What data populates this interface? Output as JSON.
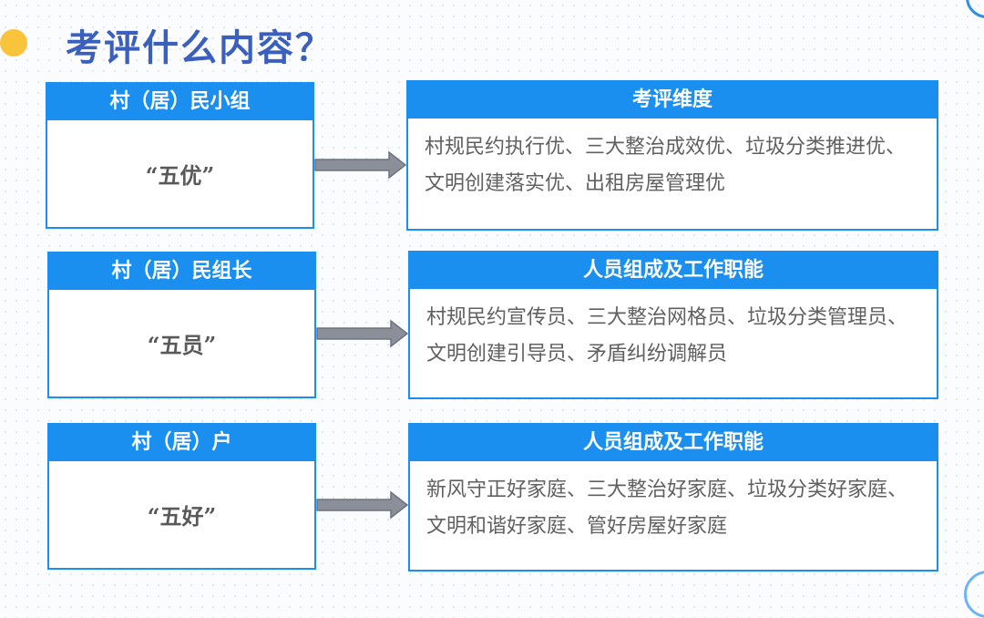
{
  "title": "考评什么内容？",
  "rows": [
    {
      "left_header": "村（居）民小组",
      "left_value": "“五优”",
      "right_header": "考评维度",
      "right_text": "村规民约执行优、三大整治成效优、垃圾分类推进优、文明创建落实优、出租房屋管理优"
    },
    {
      "left_header": "村（居）民组长",
      "left_value": "“五员”",
      "right_header": "人员组成及工作职能",
      "right_text": "村规民约宣传员、三大整治网格员、垃圾分类管理员、文明创建引导员、矛盾纠纷调解员"
    },
    {
      "left_header": "村（居）户",
      "left_value": "“五好”",
      "right_header": "人员组成及工作职能",
      "right_text": "新风守正好家庭、三大整治好家庭、垃圾分类好家庭、文明和谐好家庭、管好房屋好家庭"
    }
  ],
  "colors": {
    "accent": "#1a8ff0",
    "title": "#3a5fbd",
    "bullet": "#f9c43c",
    "arrow": "#8a8f99"
  },
  "icons": {
    "bullet": "circle-bullet-icon",
    "arrow": "right-arrow-icon"
  }
}
